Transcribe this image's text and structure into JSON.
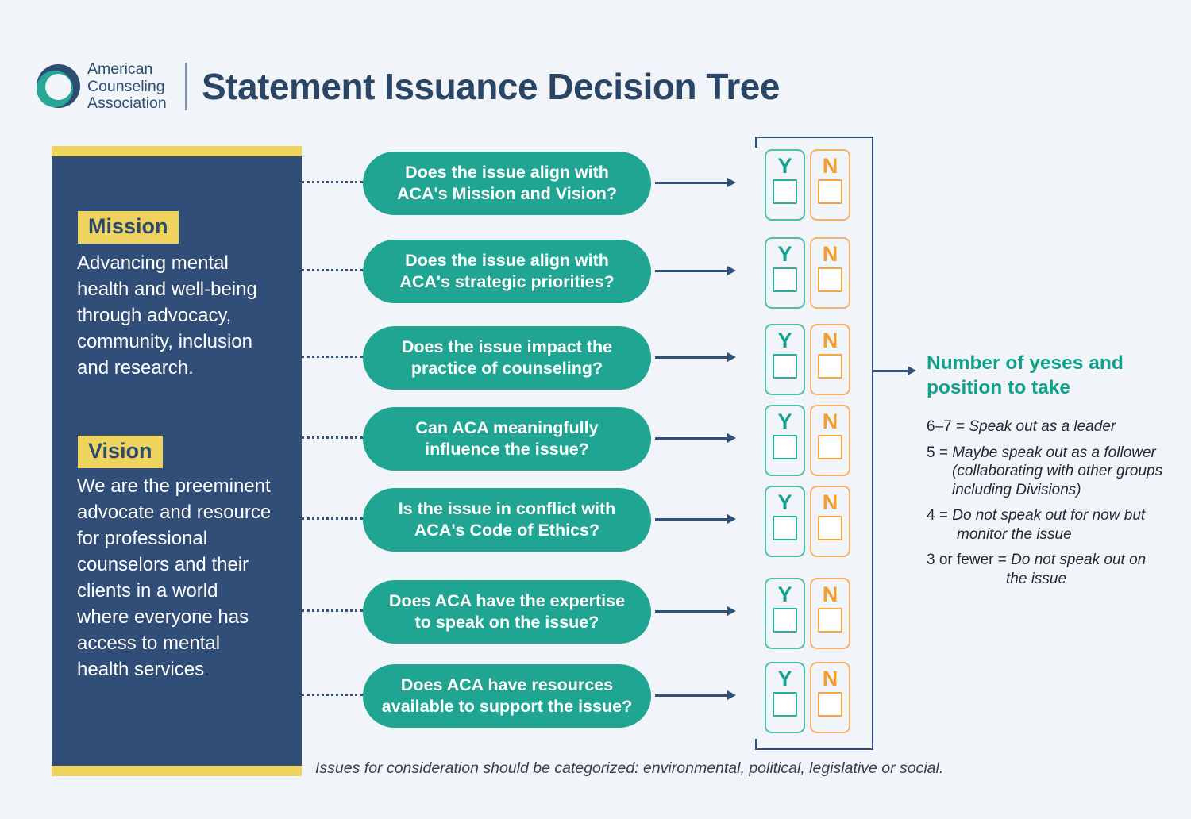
{
  "header": {
    "logo_lines": [
      "American",
      "Counseling",
      "Association"
    ],
    "title": "Statement Issuance Decision Tree"
  },
  "sidebar": {
    "mission_label": "Mission",
    "mission_lines": [
      "Advancing mental",
      "health and well-being",
      "through advocacy,",
      "community, inclusion",
      "and research."
    ],
    "vision_label": "Vision",
    "vision_lines": [
      "We are the preeminent",
      "advocate and resource",
      "for professional",
      "counselors and their",
      "clients in a world",
      "where everyone has",
      "access to mental",
      "health services"
    ],
    "vision_period": "."
  },
  "questions": [
    {
      "line1": "Does the issue align with",
      "line2": "ACA's Mission and Vision?"
    },
    {
      "line1": "Does the issue align with",
      "line2": "ACA's strategic priorities?"
    },
    {
      "line1": "Does the issue impact the",
      "line2": "practice of counseling?"
    },
    {
      "line1": "Can ACA meaningfully",
      "line2": "influence the issue?"
    },
    {
      "line1": "Is the issue in conflict with",
      "line2": "ACA's Code of Ethics?"
    },
    {
      "line1": "Does ACA have the expertise",
      "line2": "to speak on the issue?"
    },
    {
      "line1": "Does ACA have resources",
      "line2": "available to support the issue?"
    }
  ],
  "answers": {
    "yes": "Y",
    "no": "N"
  },
  "result": {
    "heading_line1": "Number of yeses and",
    "heading_line2": "position to take",
    "rules": [
      {
        "prefix": "6–7 =",
        "value": "Speak out as a leader",
        "cont": []
      },
      {
        "prefix": "5 =",
        "value": "Maybe speak out as a follower",
        "cont": [
          "(collaborating with other groups",
          "including Divisions)"
        ]
      },
      {
        "prefix": "4 =",
        "value": "Do not speak out for now but",
        "cont": [
          "monitor the issue"
        ]
      },
      {
        "prefix": "3 or fewer =",
        "value": "Do not speak out on",
        "cont": [
          "the issue"
        ]
      }
    ]
  },
  "footnote": "Issues for consideration should be categorized: environmental, political, legislative or social.",
  "colors": {
    "teal": "#1FA592",
    "orange": "#F59E2D",
    "navy": "#304E77",
    "yellow": "#EED35E",
    "background": "#F1F4F9"
  }
}
